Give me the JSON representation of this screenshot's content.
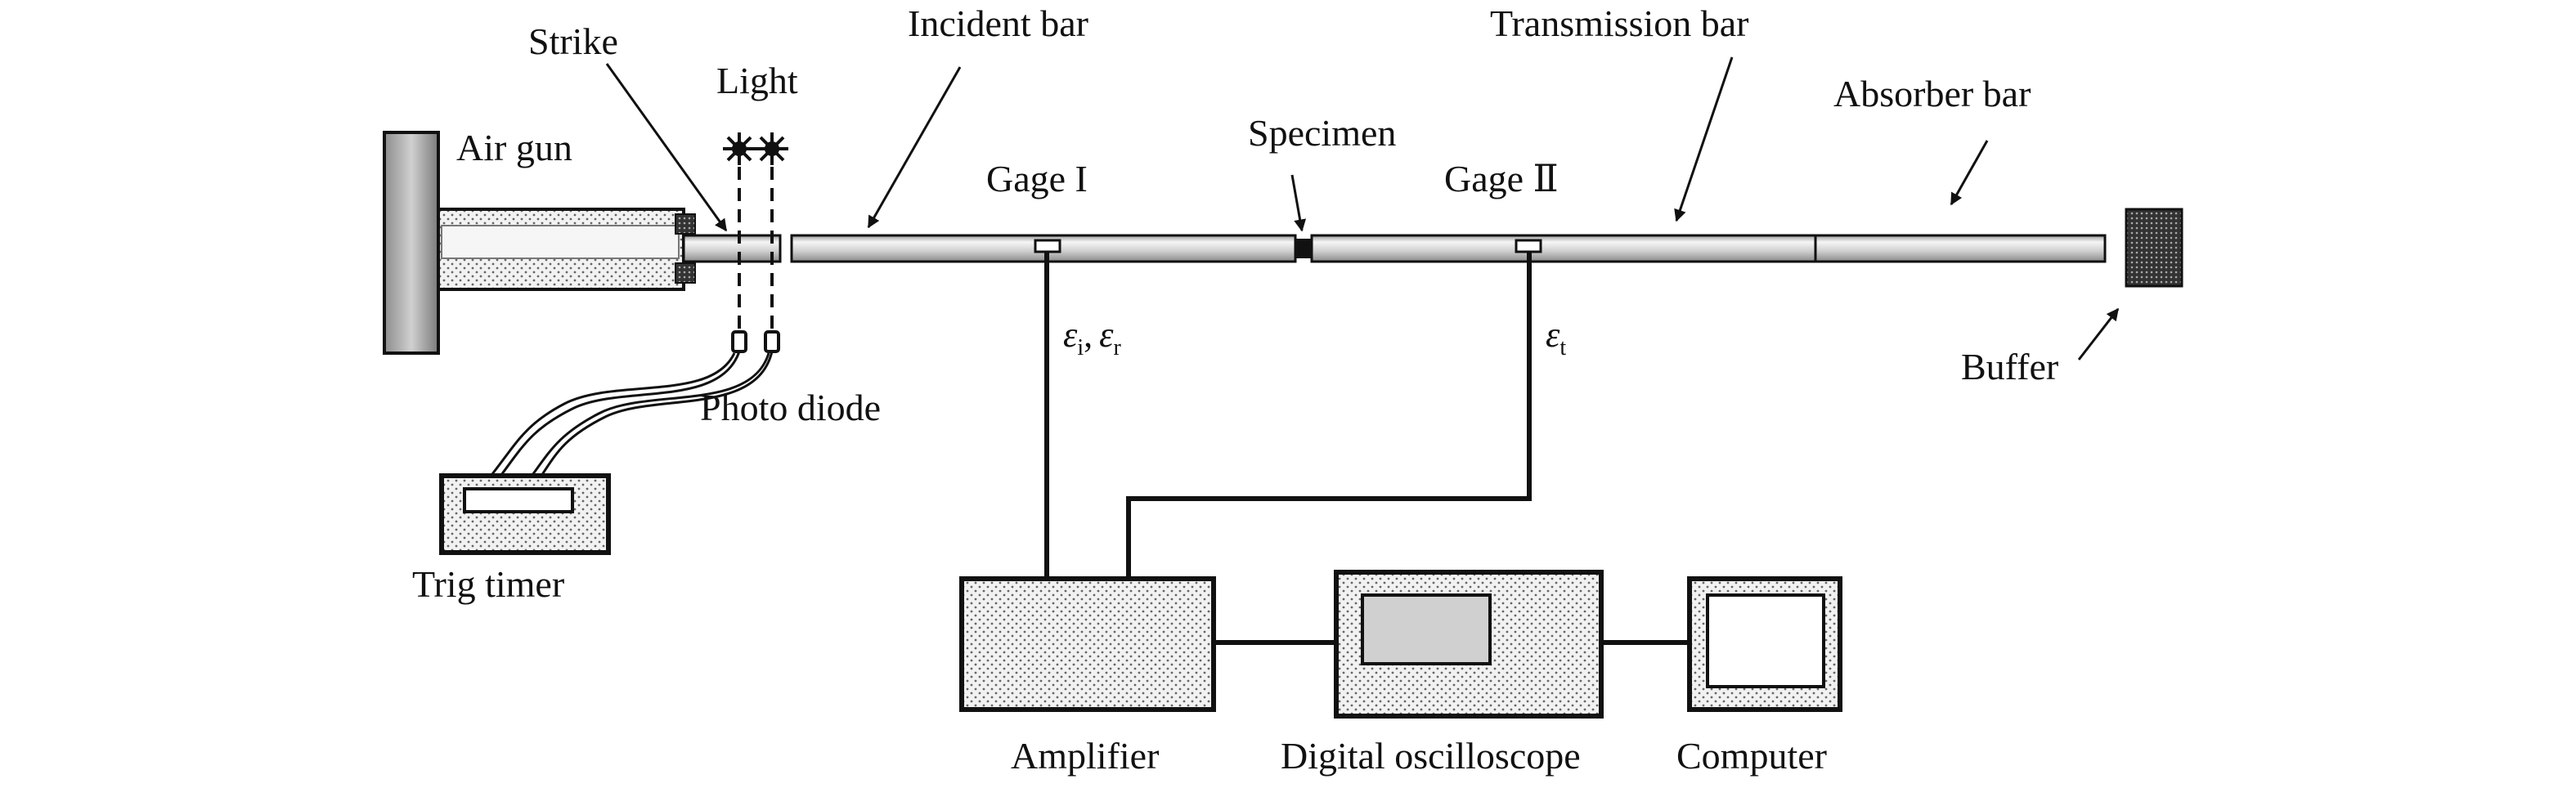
{
  "labels": {
    "strike": "Strike",
    "light": "Light",
    "incident_bar": "Incident bar",
    "transmission_bar": "Transmission bar",
    "absorber_bar": "Absorber bar",
    "air_gun": "Air gun",
    "specimen": "Specimen",
    "gage1": "Gage I",
    "gage2": "Gage Ⅱ",
    "photo_diode": "Photo diode",
    "buffer": "Buffer",
    "trig_timer": "Trig timer",
    "amplifier": "Amplifier",
    "oscilloscope": "Digital oscilloscope",
    "computer": "Computer"
  },
  "signals": {
    "eps": "ε",
    "sub_i": "i",
    "sub_r": "r",
    "sub_t": "t",
    "sep": ","
  },
  "colors": {
    "bar_fill": "#d4d4d4",
    "bar_highlight": "#f4f4f4",
    "box_fill": "#f0f0f0",
    "screen_fill": "#d0d0d0",
    "stroke": "#111111"
  }
}
